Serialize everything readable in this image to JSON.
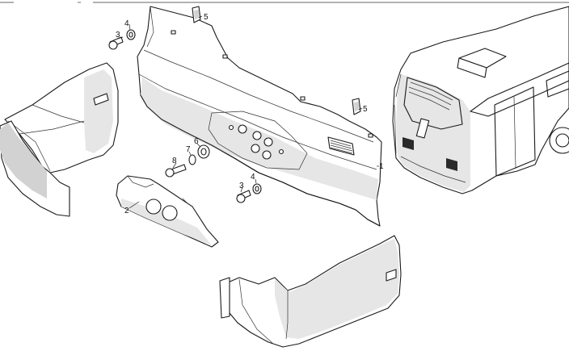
{
  "callouts": {
    "c1": "1",
    "c2": "2",
    "c3a": "3",
    "c3b": "3",
    "c4a": "4",
    "c4b": "4",
    "c5a": "5",
    "c5b": "5",
    "c6": "6",
    "c7": "7",
    "c8": "8"
  }
}
